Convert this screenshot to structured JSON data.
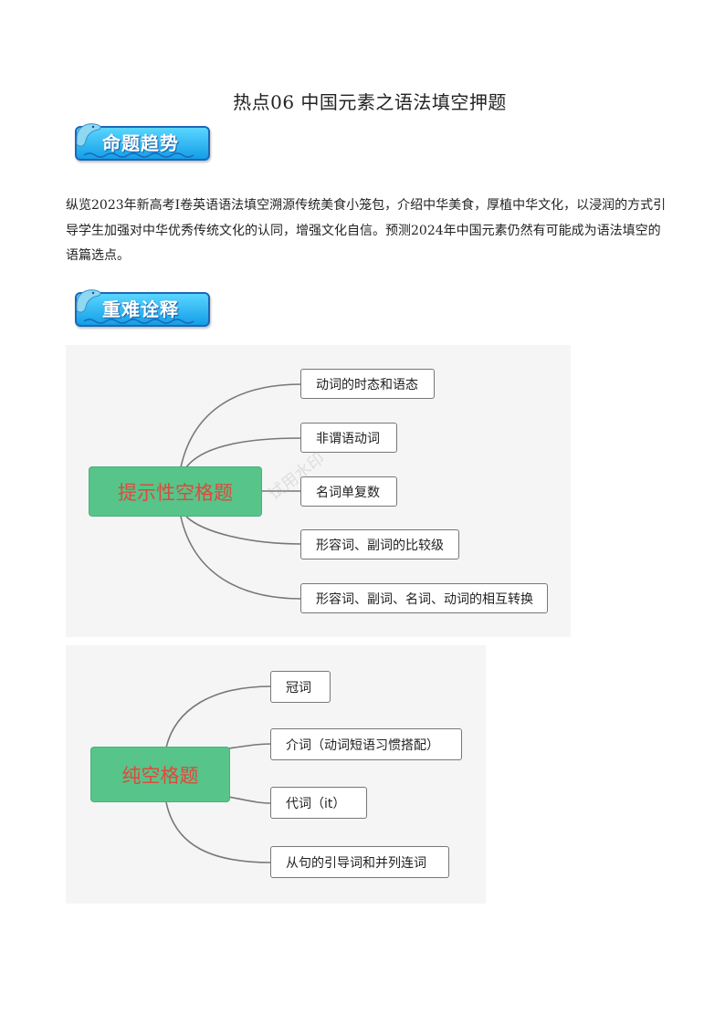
{
  "document": {
    "title": "热点06 中国元素之语法填空押题"
  },
  "section1": {
    "label": "命题趋势",
    "paragraph": "纵览2023年新高考I卷英语语法填空溯源传统美食小笼包，介绍中华美食，厚植中华文化，以浸润的方式引导学生加强对中华优秀传统文化的认同，增强文化自信。预测2024年中国元素仍然有可能成为语法填空的语篇选点。"
  },
  "section2": {
    "label": "重难诠释"
  },
  "mindmap1": {
    "root": "提示性空格题",
    "branches": [
      "动词的时态和语态",
      "非谓语动词",
      "名词单复数",
      "形容词、副词的比较级",
      "形容词、副词、名词、动词的相互转换"
    ],
    "watermark": "试用水印"
  },
  "mindmap2": {
    "root": "纯空格题",
    "branches": [
      "冠词",
      "介词（动词短语习惯搭配）",
      "代词（it）",
      "从句的引导词和并列连词"
    ]
  },
  "colors": {
    "banner_blue": "#1a9fe8",
    "root_green": "#57c48a",
    "root_text_red": "#e0493a",
    "map_background": "#f5f5f5"
  }
}
